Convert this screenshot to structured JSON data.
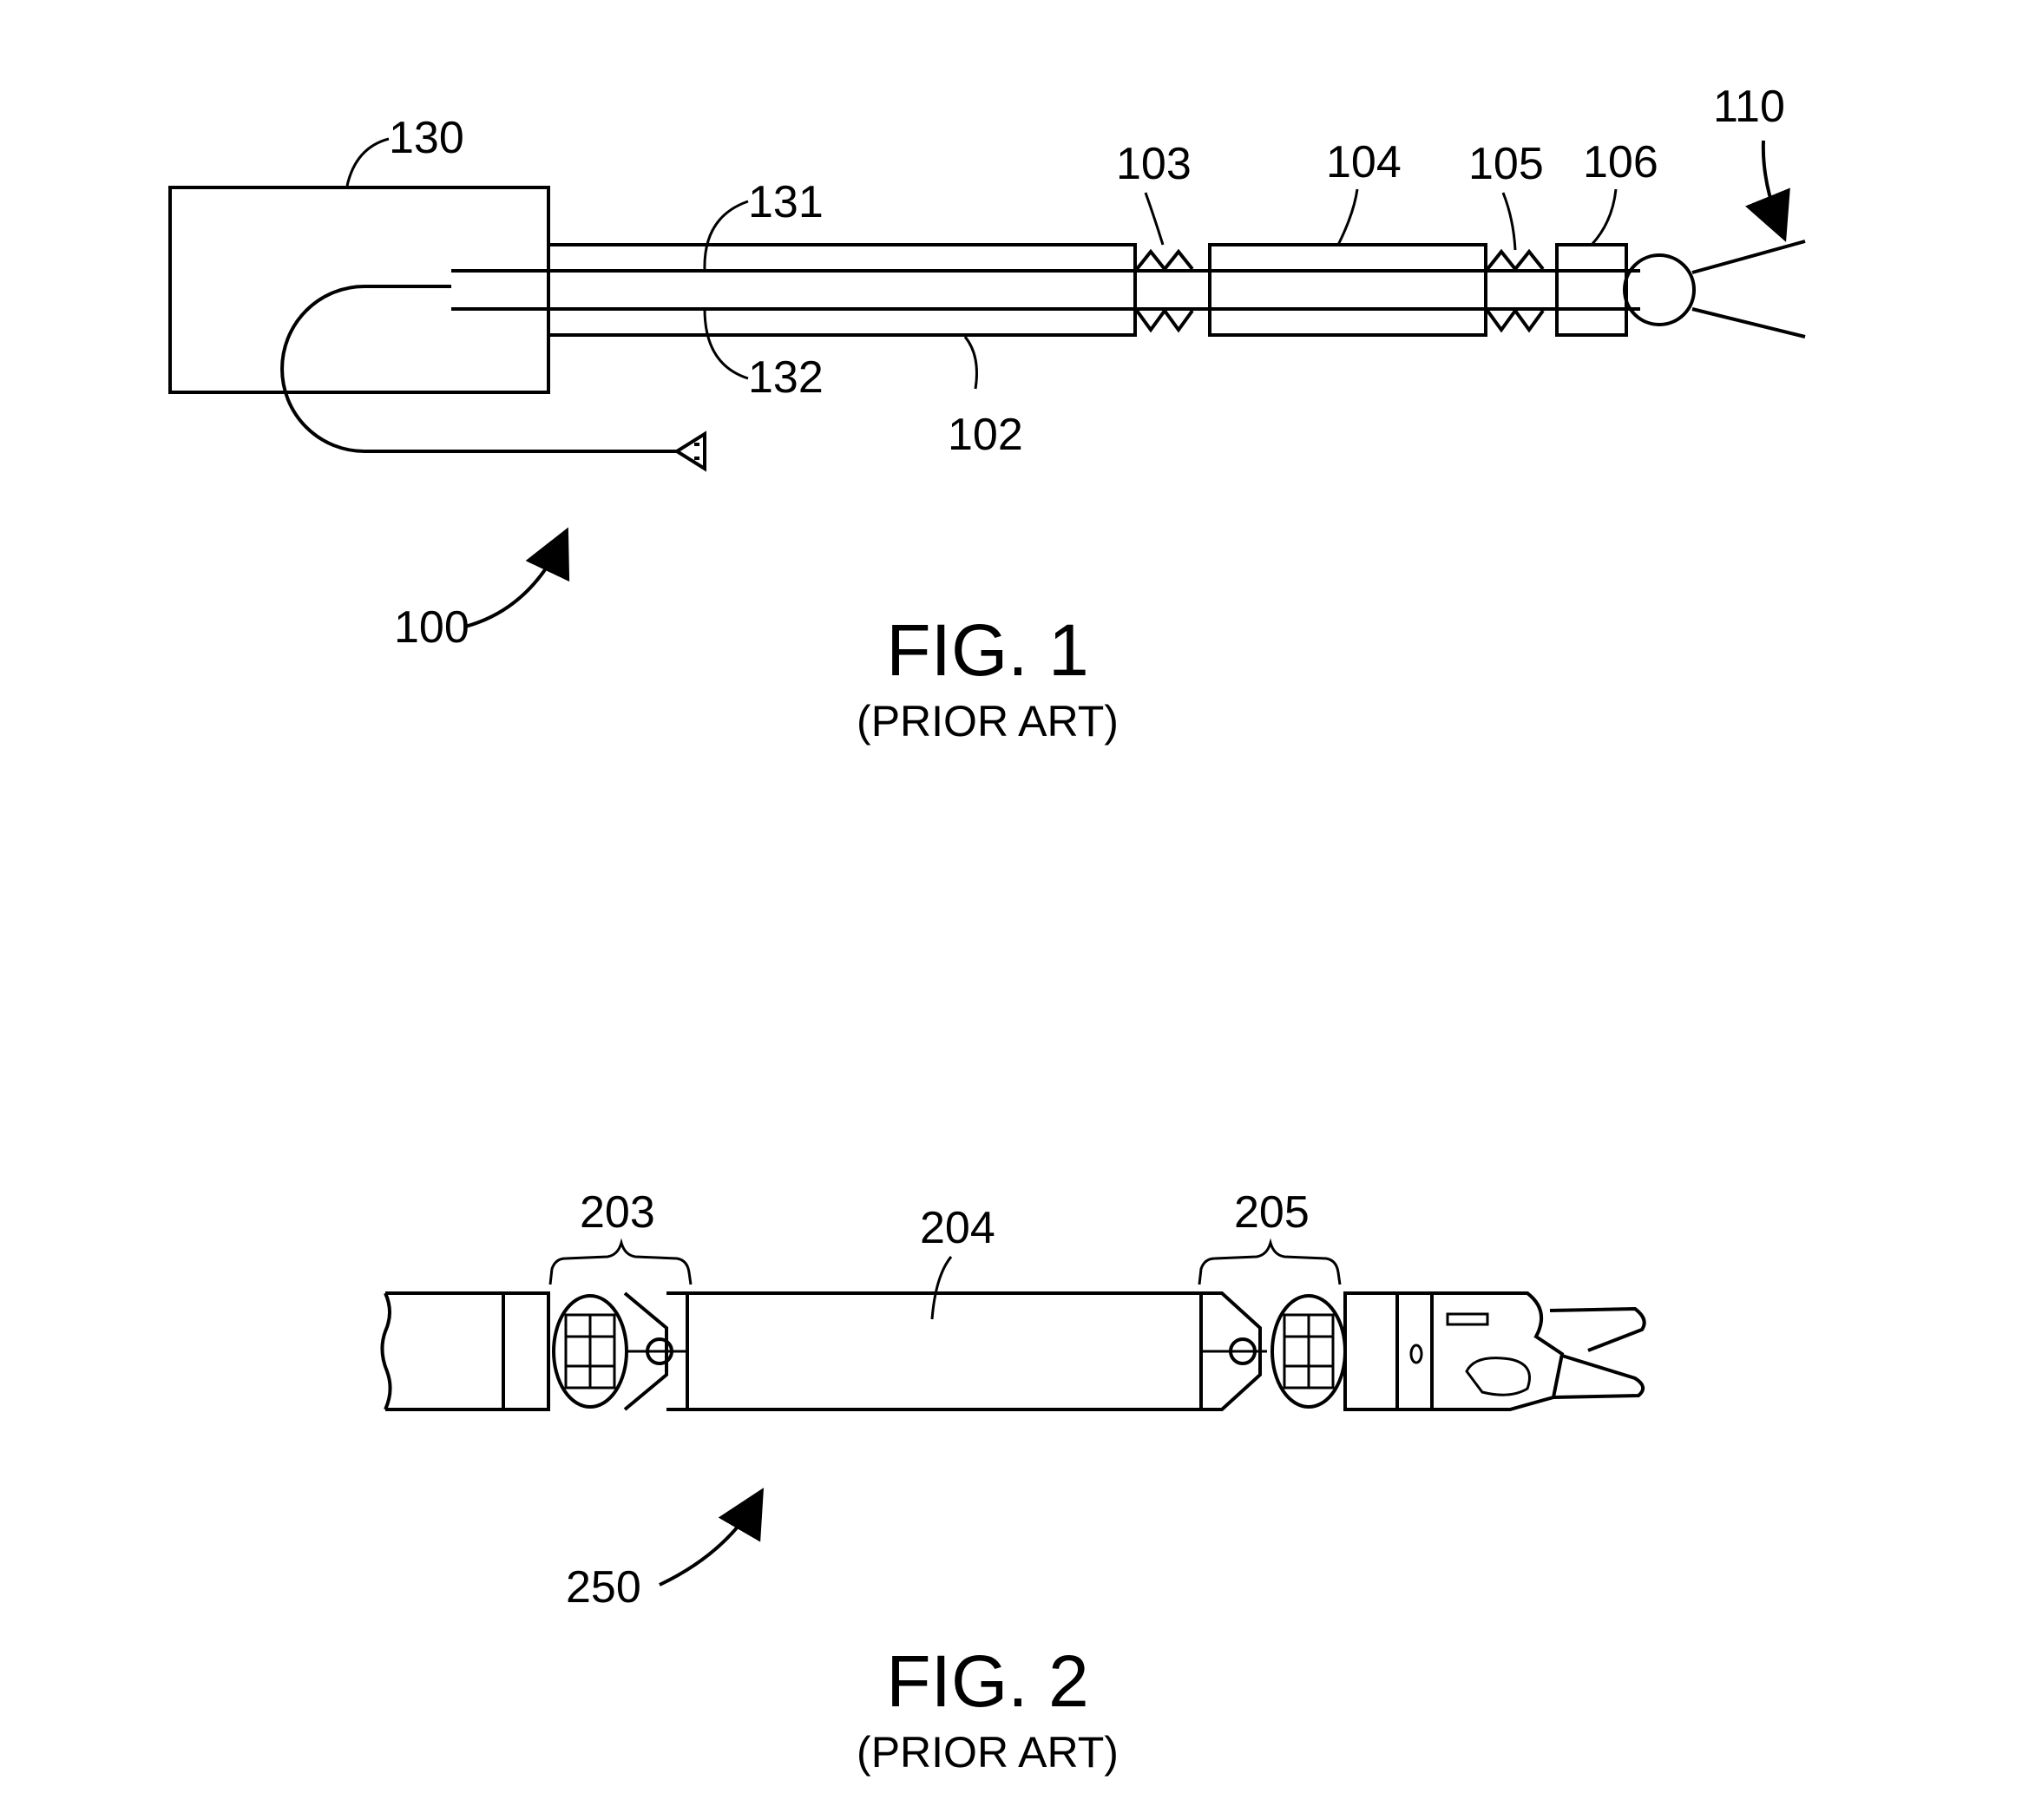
{
  "figures": [
    {
      "title": "FIG. 1",
      "subtitle": "(PRIOR ART)",
      "refs": {
        "r130": "130",
        "r131": "131",
        "r132": "132",
        "r102": "102",
        "r103": "103",
        "r104": "104",
        "r105": "105",
        "r106": "106",
        "r110": "110",
        "r100": "100"
      }
    },
    {
      "title": "FIG. 2",
      "subtitle": "(PRIOR ART)",
      "refs": {
        "r203": "203",
        "r204": "204",
        "r205": "205",
        "r250": "250"
      }
    }
  ]
}
